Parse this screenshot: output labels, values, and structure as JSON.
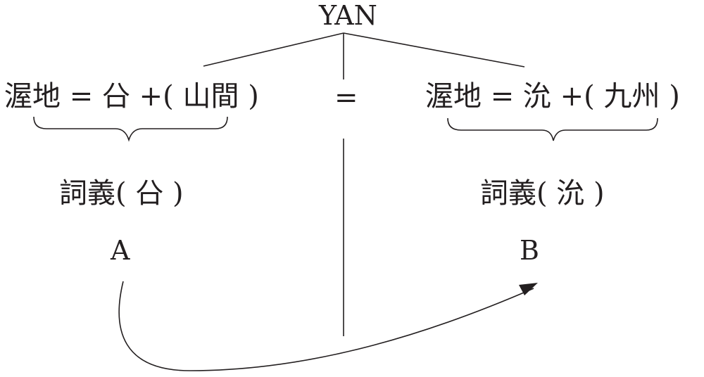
{
  "root": {
    "label": "YAN"
  },
  "left": {
    "equation": "渥地 = 㕣 +( 山間 )",
    "meaning": "詞義( 㕣 )",
    "tag": "A"
  },
  "middle": {
    "symbol": "="
  },
  "right": {
    "equation": "渥地 = 沇 +( 九州 )",
    "meaning": "詞義( 沇 )",
    "tag": "B"
  },
  "colors": {
    "ink": "#231f20",
    "background": "#ffffff"
  }
}
